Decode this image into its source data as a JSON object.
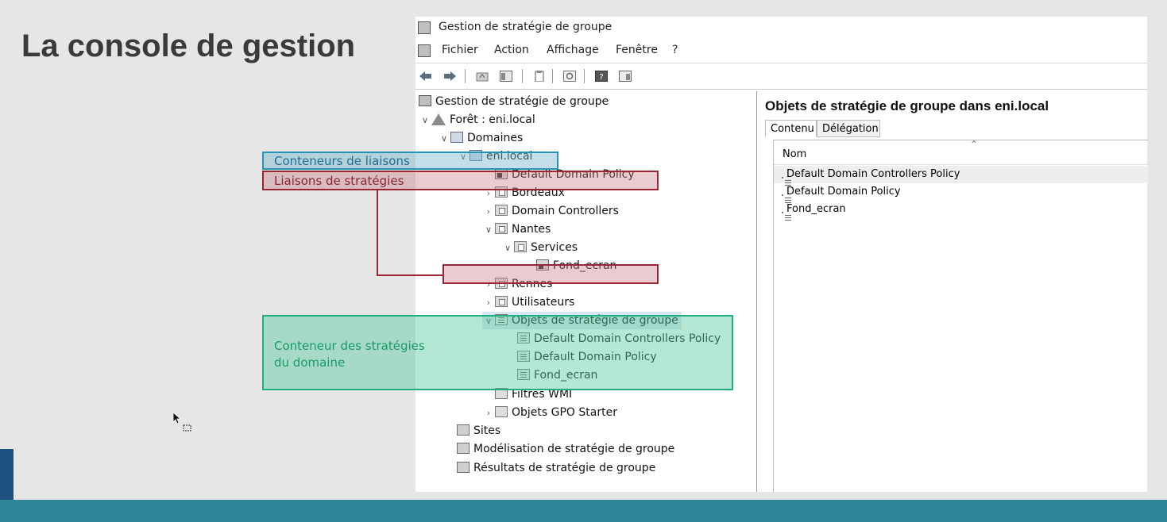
{
  "slide": {
    "title": "La console de gestion"
  },
  "window": {
    "title": "Gestion de stratégie de groupe",
    "menu": [
      "Fichier",
      "Action",
      "Affichage",
      "Fenêtre",
      "?"
    ]
  },
  "tree": {
    "items": [
      {
        "label": "Gestion de stratégie de groupe",
        "icon": "gpm-icon"
      },
      {
        "label": "Forêt : eni.local",
        "icon": "forest-icon"
      },
      {
        "label": "Domaines",
        "icon": "domains-icon"
      },
      {
        "label": "eni.local",
        "icon": "domain-icon"
      },
      {
        "label": "Default Domain Policy",
        "icon": "gpo-link-icon"
      },
      {
        "label": "Bordeaux",
        "icon": "ou-icon"
      },
      {
        "label": "Domain Controllers",
        "icon": "ou-icon"
      },
      {
        "label": "Nantes",
        "icon": "ou-icon"
      },
      {
        "label": "Services",
        "icon": "ou-icon"
      },
      {
        "label": "Fond_ecran",
        "icon": "gpo-link-icon"
      },
      {
        "label": "Rennes",
        "icon": "ou-icon"
      },
      {
        "label": "Utilisateurs",
        "icon": "ou-icon"
      },
      {
        "label": "Objets de stratégie de groupe",
        "icon": "gpo-container-icon"
      },
      {
        "label": "Default Domain Controllers Policy",
        "icon": "gpo-icon"
      },
      {
        "label": "Default Domain Policy",
        "icon": "gpo-icon"
      },
      {
        "label": "Fond_ecran",
        "icon": "gpo-icon"
      },
      {
        "label": "Filtres WMI",
        "icon": "wmi-icon"
      },
      {
        "label": "Objets GPO Starter",
        "icon": "starter-gpo-icon"
      },
      {
        "label": "Sites",
        "icon": "sites-icon"
      },
      {
        "label": "Modélisation de stratégie de groupe",
        "icon": "modeling-icon"
      },
      {
        "label": "Résultats de stratégie de groupe",
        "icon": "results-icon"
      }
    ]
  },
  "details": {
    "title": "Objets de stratégie de groupe dans eni.local",
    "tabs": [
      "Contenu",
      "Délégation"
    ],
    "column": "Nom",
    "rows": [
      "Default Domain Controllers Policy",
      "Default Domain Policy",
      "Fond_ecran"
    ]
  },
  "annotations": {
    "link_containers": "Conteneurs de liaisons",
    "policy_links": "Liaisons de stratégies",
    "domain_policies_line1": "Conteneur des stratégies",
    "domain_policies_line2": "du domaine"
  },
  "colors": {
    "blue": "#2692b5",
    "red": "#9a2635",
    "green": "#1db07c",
    "bottom_bar": "#2e8598"
  }
}
